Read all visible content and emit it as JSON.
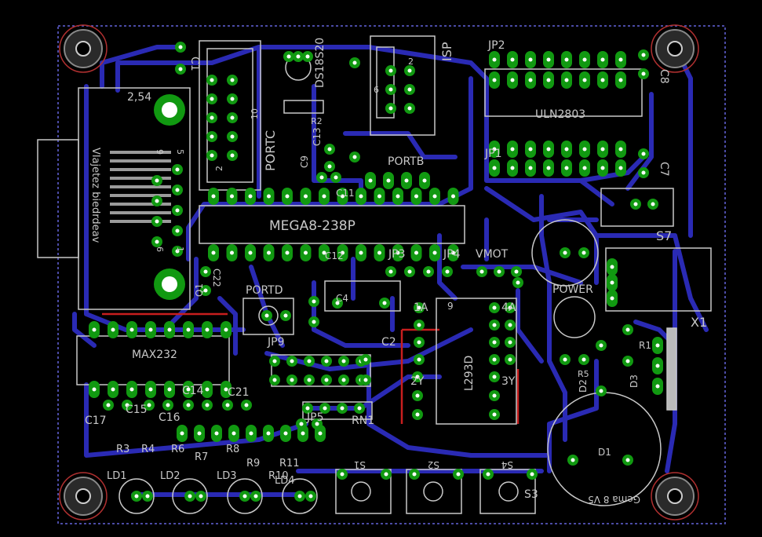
{
  "colors": {
    "background": "#000000",
    "trace": "#2a2ab4",
    "pad": "#119911",
    "pad_hole": "#ffffff",
    "silk": "#c8c8c8",
    "red_wire": "#c81e1e",
    "outline": "#6464dc"
  },
  "labels": {
    "c1": "C1",
    "ds18s20": "DS18S20",
    "isp": "ISP",
    "isp_2": "2",
    "isp_6": "6",
    "jp2": "JP2",
    "c8": "C8",
    "pitch": "2,54",
    "r2": "R2",
    "portc": "PORTC",
    "portc_10": "10",
    "portc_2": "2",
    "c13": "C13",
    "c9": "C9",
    "c11": "C11",
    "uln2803": "ULN2803",
    "jp1": "JP1",
    "c7": "C7",
    "portb": "PORTB",
    "conn_9": "9",
    "conn_5": "5",
    "conn_6": "6",
    "conn_1": "1",
    "mega8": "MEGA8-238P",
    "s7": "S7",
    "c22": "C22",
    "c12": "C12",
    "jp3": "JP3",
    "jp4": "JP4",
    "vmot": "VMOT",
    "power": "POWER",
    "x1": "X1",
    "q1": "Q1",
    "portd": "PORTD",
    "c4": "C4",
    "cap_9": "9",
    "ic_1a": "1A",
    "ic_4a": "4A",
    "c2": "C2",
    "jp9": "JP9",
    "max232": "MAX232",
    "l293d": "L293D",
    "ic_2y": "2Y",
    "ic_3y": "3Y",
    "r5": "R5",
    "d2": "D2",
    "d3": "D3",
    "c17": "C17",
    "c15": "C15",
    "c16": "C16",
    "c14": "C14",
    "c21": "C21",
    "jp5": "JP5",
    "rn1": "RN1",
    "r3": "R3",
    "r4": "R4",
    "r6": "R6",
    "r7": "R7",
    "r8": "R8",
    "r9": "R9",
    "r10": "R10",
    "r11": "R11",
    "ld1": "LD1",
    "ld2": "LD2",
    "ld3": "LD3",
    "ld4": "LD4",
    "s1": "S1",
    "s2": "S2",
    "s3": "S3",
    "s4": "S4",
    "d1": "D1",
    "r1": "R1",
    "mirror_conn": "Vlajetez biedrdeav",
    "mirror_pwr": "Gema 8 V5"
  }
}
